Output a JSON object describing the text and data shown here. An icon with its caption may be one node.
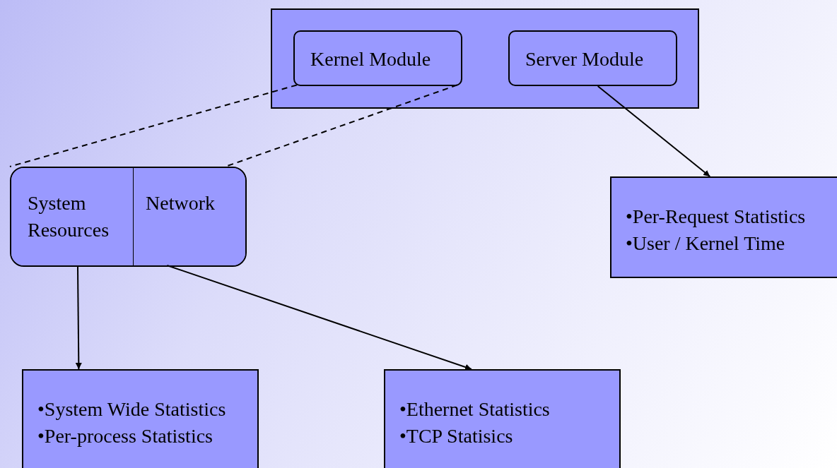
{
  "diagram": {
    "nodes": [
      {
        "text": [],
        "shape": "box"
      },
      {
        "text": [
          "Kernel Module"
        ],
        "in": 0
      },
      {
        "text": [
          "Server Module"
        ],
        "in": 0
      },
      {
        "text": [],
        "shape": "box"
      },
      {
        "text": [
          "System Resources"
        ],
        "in": 3
      },
      {
        "text": [
          "Network"
        ],
        "in": 3
      },
      {
        "text": [
          "•Per-Request Statistics",
          "•User / Kernel Time"
        ]
      },
      {
        "text": [
          "•System Wide Statistics",
          "•Per-process Statistics"
        ]
      },
      {
        "text": [
          "•Ethernet Statistics",
          "•TCP Statisics"
        ]
      }
    ],
    "edges": [
      {
        "from": 1,
        "to": 3,
        "arrow": "none",
        "style": "dashed"
      },
      {
        "from": 1,
        "to": 3,
        "arrow": "none",
        "style": "dashed"
      },
      {
        "from": 2,
        "to": 6,
        "arrow": "to"
      },
      {
        "from": 4,
        "to": 7,
        "arrow": "to"
      },
      {
        "from": 5,
        "to": 8,
        "arrow": "to"
      }
    ]
  }
}
